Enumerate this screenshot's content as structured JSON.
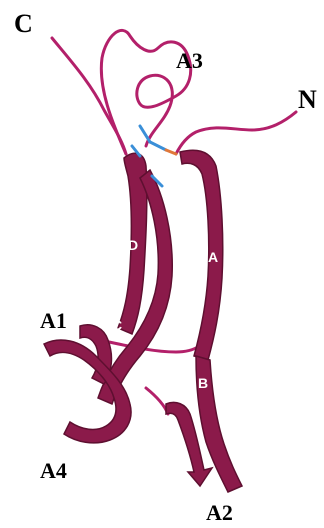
{
  "diagram": {
    "colors": {
      "ribbon": "#8b1a4a",
      "ribbon_dark": "#5e0f30",
      "ribbon_light": "#b13a6a",
      "coil": "#b3206a",
      "disulfide_blue": "#3a8fd8",
      "disulfide_orange": "#e0783a",
      "background": "#ffffff"
    },
    "labels": {
      "c_terminus": "C",
      "n_terminus": "N",
      "loop_a1": "A1",
      "loop_a2": "A2",
      "loop_a3": "A3",
      "loop_a4": "A4",
      "strand_a": "A",
      "strand_b": "B",
      "strand_c": "C",
      "strand_d": "D"
    }
  }
}
